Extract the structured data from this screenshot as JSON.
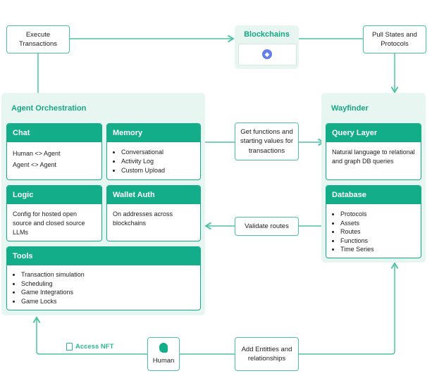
{
  "nodes": {
    "execute": "Execute Transactions",
    "blockchains": {
      "title": "Blockchains",
      "icon": "ethereum-icon"
    },
    "pull": "Pull States and Protocols",
    "get_functions": "Get functions and starting values for transactions",
    "validate": "Validate routes",
    "human": {
      "label": "Human",
      "icon": "head-icon"
    },
    "add_entities": "Add Entitties and relationships",
    "access_nft": {
      "label": "Access NFT",
      "icon": "nft-document-icon"
    }
  },
  "agent_orchestration": {
    "title": "Agent Orchestration",
    "chat": {
      "title": "Chat",
      "lines": [
        "Human <> Agent",
        "Agent <> Agent"
      ]
    },
    "memory": {
      "title": "Memory",
      "items": [
        "Conversational",
        "Activity Log",
        "Custom Upload"
      ]
    },
    "logic": {
      "title": "Logic",
      "text": "Config for hosted open source and closed source LLMs"
    },
    "wallet": {
      "title": "Wallet Auth",
      "text": "On addresses across blockchains"
    },
    "tools": {
      "title": "Tools",
      "items": [
        "Transaction simulation",
        "Scheduling",
        "Game Integrations",
        "Game Locks"
      ]
    }
  },
  "wayfinder": {
    "title": "Wayfinder",
    "query": {
      "title": "Query Layer",
      "text": "Natural language to relational and graph DB queries"
    },
    "database": {
      "title": "Database",
      "items": [
        "Protocols",
        "Assets",
        "Routes",
        "Functions",
        "Time Series"
      ]
    }
  },
  "colors": {
    "accent": "#13ad8a",
    "panel": "#e8f6f1",
    "line": "#4cc3a3"
  }
}
